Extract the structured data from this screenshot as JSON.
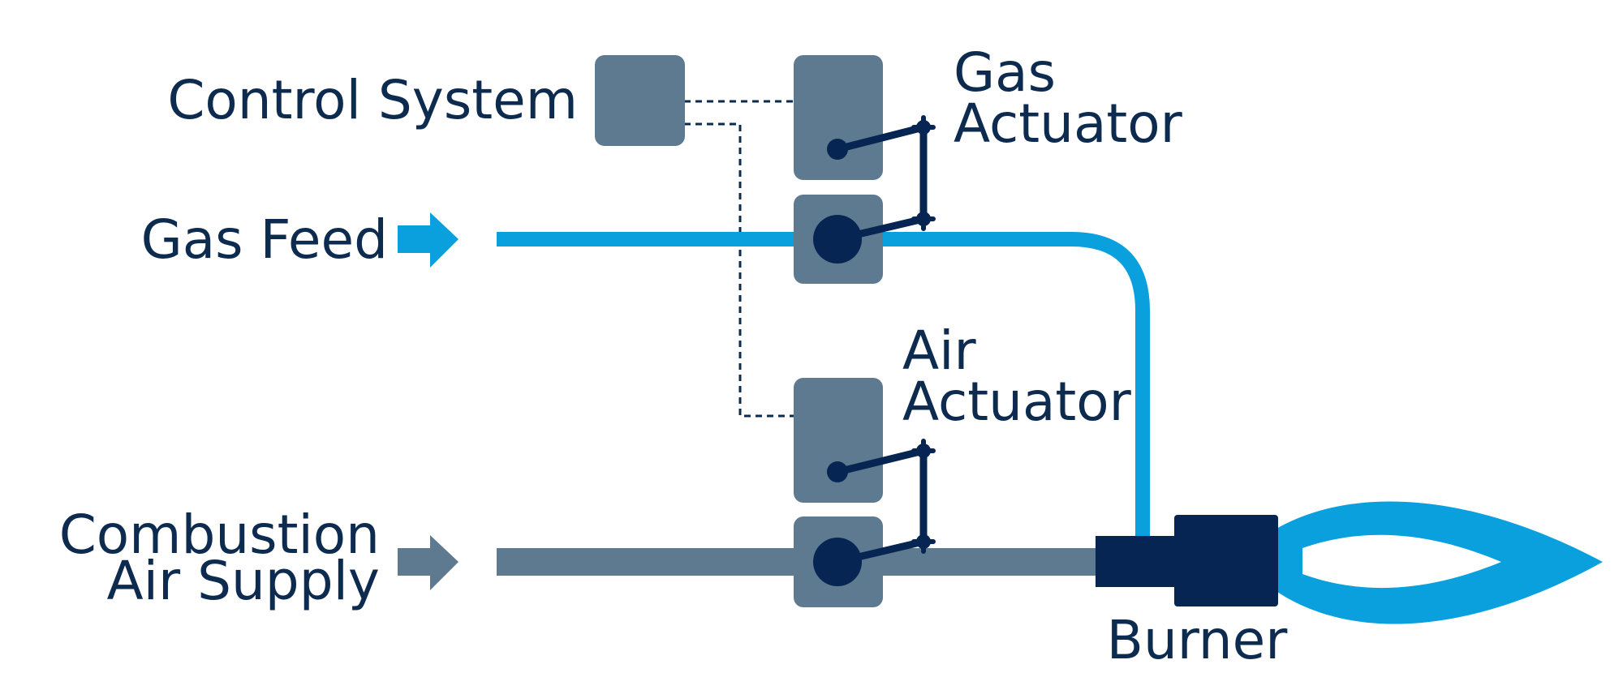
{
  "labels": {
    "control_system": "Control System",
    "gas_actuator_line1": "Gas",
    "gas_actuator_line2": "Actuator",
    "gas_feed": "Gas Feed",
    "air_actuator_line1": "Air",
    "air_actuator_line2": "Actuator",
    "combustion_line1": "Combustion",
    "combustion_line2": "Air Supply",
    "burner": "Burner"
  },
  "colors": {
    "navy": "#062552",
    "slate": "#5d7a91",
    "gas_blue": "#0aa0de",
    "text": "#0d2a4f"
  }
}
